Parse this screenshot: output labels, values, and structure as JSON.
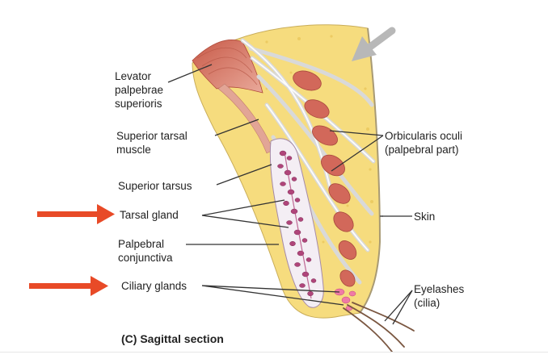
{
  "labels": {
    "levator": "Levator\npalpebrae\nsuperioris",
    "superior_tarsal_muscle": "Superior tarsal\nmuscle",
    "superior_tarsus": "Superior tarsus",
    "tarsal_gland": "Tarsal gland",
    "palpebral_conjunctiva": "Palpebral\nconjunctiva",
    "ciliary_glands": "Ciliary glands",
    "orbicularis_oculi": "Orbicularis oculi\n(palpebral part)",
    "skin": "Skin",
    "eyelashes": "Eyelashes\n(cilia)"
  },
  "caption": "(C) Sagittal section",
  "colors": {
    "highlight_arrow": "#e84a27",
    "indicator_arrow": "#b8b8b8",
    "fat_tissue": "#f6dc7e",
    "muscle": "#d2685a",
    "tendon": "#ececec",
    "gland": "#b0457a",
    "skin_outline": "#a89a74"
  },
  "markers": {
    "highlighted_labels": [
      "Tarsal gland",
      "Ciliary glands"
    ]
  }
}
